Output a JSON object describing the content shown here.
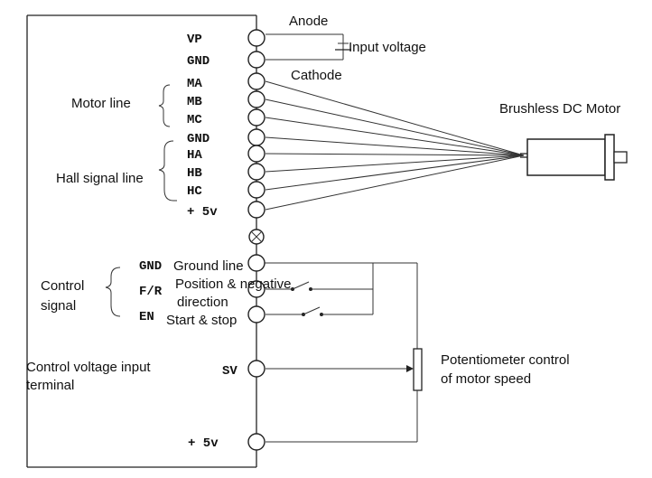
{
  "terminals": {
    "vp": "VP",
    "gnd_power": "GND",
    "ma": "MA",
    "mb": "MB",
    "mc": "MC",
    "gnd_hall": "GND",
    "ha": "HA",
    "hb": "HB",
    "hc": "HC",
    "plus5v_hall": "+ 5v",
    "gnd_control": "GND",
    "fr": "F/R",
    "en": "EN",
    "sv": "SV",
    "plus5v_pot": "+ 5v"
  },
  "labels": {
    "anode": "Anode",
    "input_voltage": "Input voltage",
    "cathode": "Cathode",
    "motor_line": "Motor line",
    "hall_signal_line": "Hall signal line",
    "brushless_motor": "Brushless DC Motor",
    "control_signal_1": "Control",
    "control_signal_2": "signal",
    "ground_line": "Ground line",
    "position_negative_1": "Position & negative",
    "position_negative_2": "direction",
    "start_stop": "Start & stop",
    "control_voltage_1": "Control voltage input",
    "control_voltage_2": "terminal",
    "potentiometer_1": "Potentiometer control",
    "potentiometer_2": "of motor speed"
  }
}
